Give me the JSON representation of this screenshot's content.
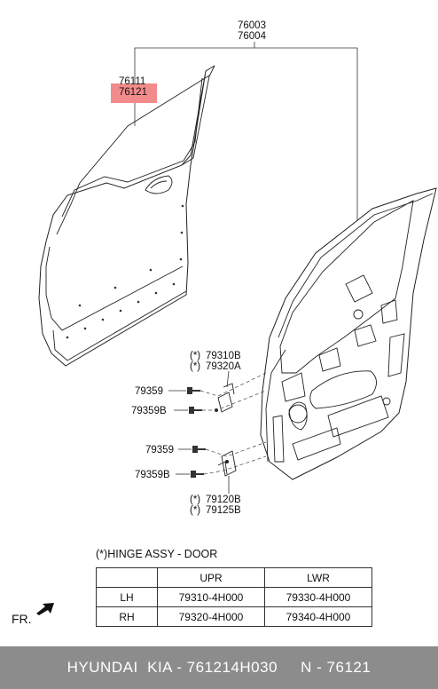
{
  "labels": {
    "assembly_codes": [
      "76003",
      "76004"
    ],
    "panel_codes": [
      "76111",
      "76121"
    ],
    "upper_hinge_codes": [
      "79310B",
      "79320A"
    ],
    "lower_hinge_codes": [
      "79120B",
      "79125B"
    ],
    "star_marker": "(*)",
    "bolt_upper_a": "79359",
    "bolt_upper_b": "79359B",
    "bolt_lower_a": "79359",
    "bolt_lower_b": "79359B"
  },
  "highlight_color": "#f28b8b",
  "legend": {
    "title": "(*)HINGE ASSY - DOOR",
    "columns": [
      "",
      "UPR",
      "LWR"
    ],
    "rows": [
      {
        "side": "LH",
        "upr": "79310-4H000",
        "lwr": "79330-4H000"
      },
      {
        "side": "RH",
        "upr": "79320-4H000",
        "lwr": "79340-4H000"
      }
    ]
  },
  "direction_label": "FR.",
  "footer": {
    "text": "HYUNDAI  KIA - 761214H030     N - 76121",
    "background": "#8c8c8c"
  }
}
